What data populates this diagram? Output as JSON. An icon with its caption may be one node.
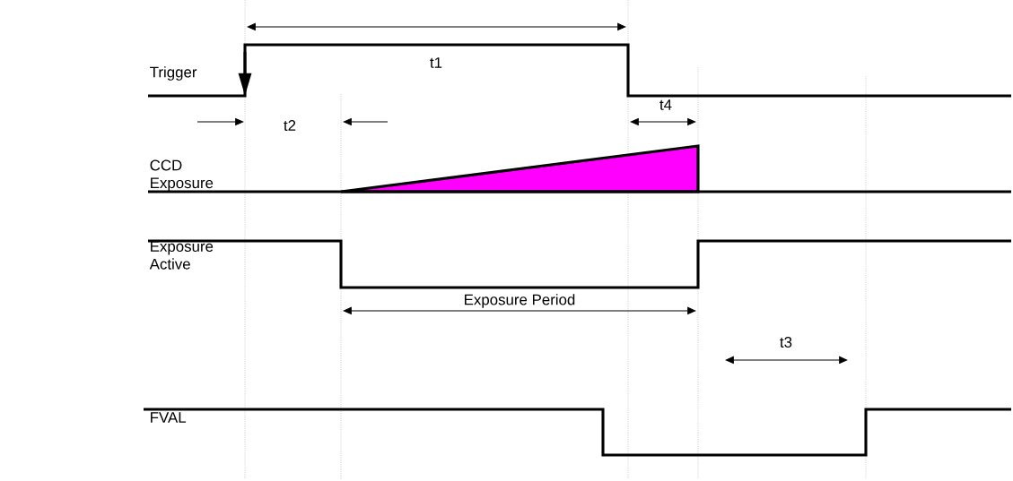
{
  "diagram": {
    "labels": [
      "Trigger",
      "t1",
      "t2",
      "t4",
      "CCD Exposure",
      "Exposure Active",
      "Exposure Period",
      "t3",
      "FVAL"
    ]
  }
}
